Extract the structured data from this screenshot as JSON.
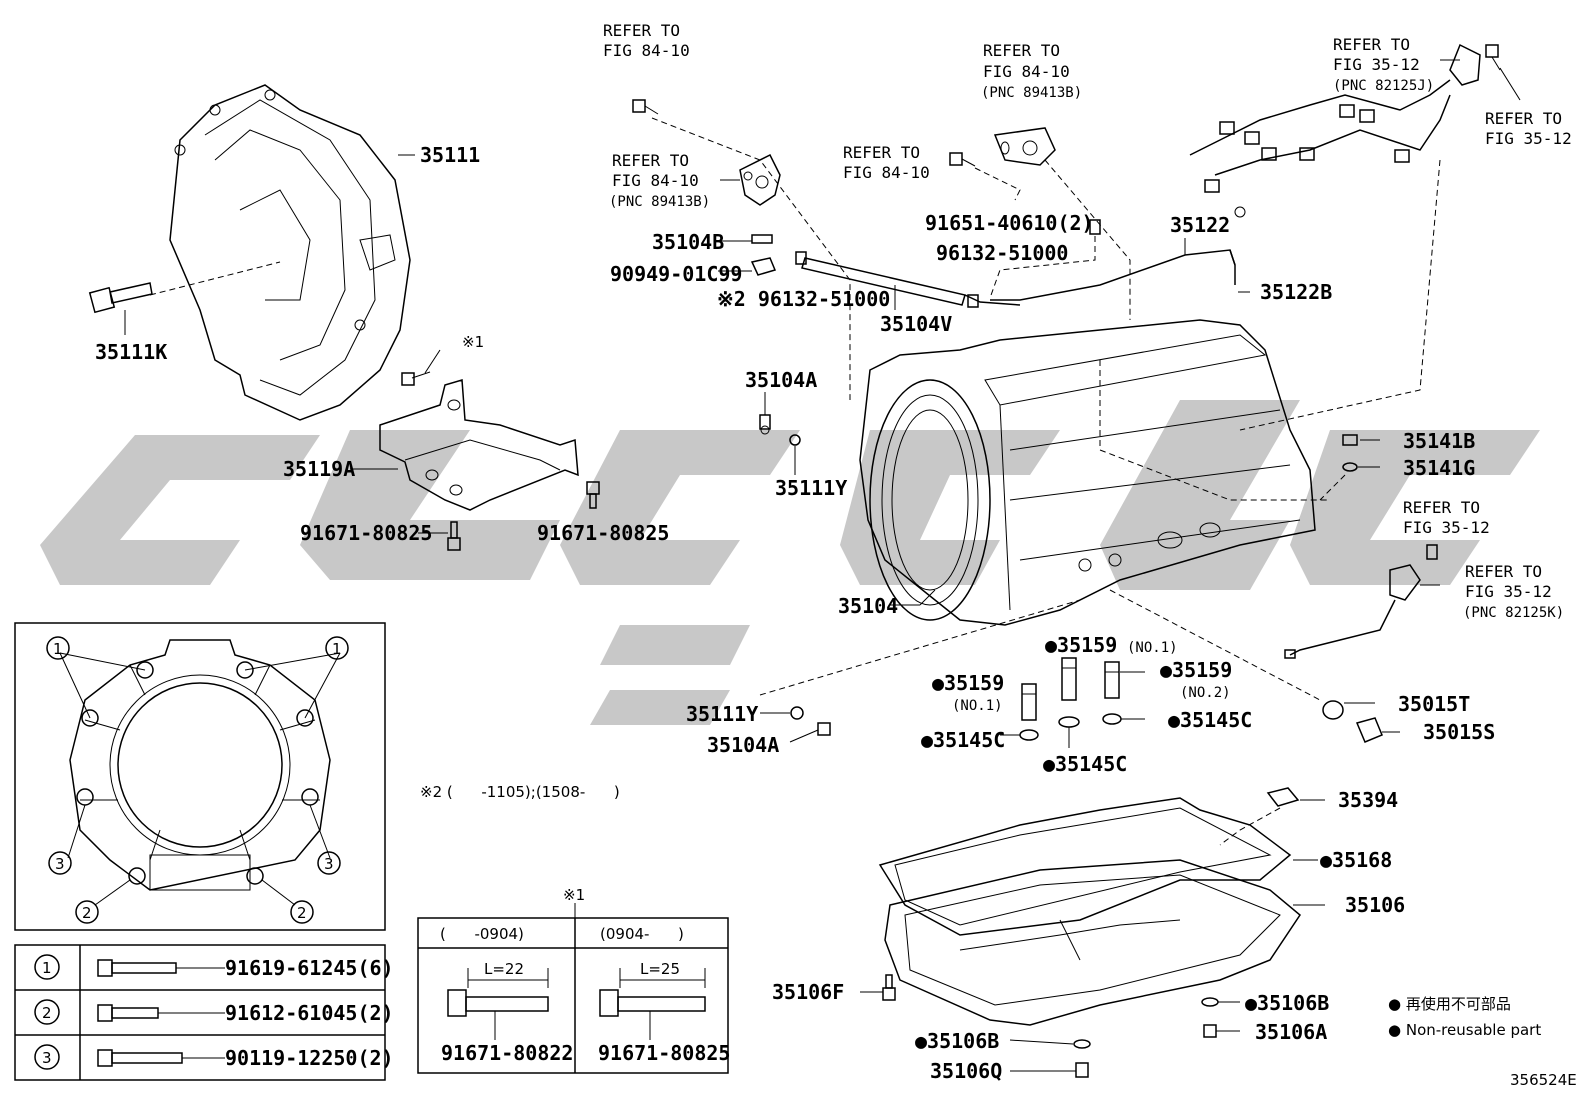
{
  "figure_code": "356524E",
  "parts": {
    "p35111": "35111",
    "p35111K": "35111K",
    "p35119A": "35119A",
    "p91671_80825_a": "91671-80825",
    "p91671_80825_b": "91671-80825",
    "note1_mark": "※1",
    "p35104B": "35104B",
    "p90949": "90949-01C99",
    "p96132_a": "※2 96132-51000",
    "p35104V": "35104V",
    "p35104A_top": "35104A",
    "p35111Y_top": "35111Y",
    "p91651": "91651-40610(2)",
    "p96132_b": "96132-51000",
    "p35122": "35122",
    "p35122B": "35122B",
    "p35104": "35104",
    "p35141B": "35141B",
    "p35141G": "35141G",
    "p35159_a": "35159",
    "p35159_a_sub": "(NO.1)",
    "p35159_b": "35159",
    "p35159_b_sub": "(NO.1)",
    "p35159_c": "35159",
    "p35159_c_sub": "(NO.2)",
    "p35145C_a": "35145C",
    "p35145C_b": "35145C",
    "p35145C_c": "35145C",
    "p35111Y_bot": "35111Y",
    "p35104A_bot": "35104A",
    "p35015T": "35015T",
    "p35015S": "35015S",
    "p35394": "35394",
    "p35168": "35168",
    "p35106": "35106",
    "p35106F": "35106F",
    "p35106B_a": "35106B",
    "p35106A": "35106A",
    "p35106B_b": "35106B",
    "p35106Q": "35106Q"
  },
  "refers": {
    "r1_l1": "REFER TO",
    "r1_l2": "FIG 84-10",
    "r2_l1": "REFER TO",
    "r2_l2": "FIG 84-10",
    "r2_l3": "(PNC 89413B)",
    "r3_l1": "REFER TO",
    "r3_l2": "FIG 84-10",
    "r4_l1": "REFER TO",
    "r4_l2": "FIG 84-10",
    "r4_l3": "(PNC 89413B)",
    "r5_l1": "REFER TO",
    "r5_l2": "FIG 35-12",
    "r5_l3": "(PNC 82125J)",
    "r6_l1": "REFER TO",
    "r6_l2": "FIG 35-12",
    "r7_l1": "REFER TO",
    "r7_l2": "FIG 35-12",
    "r8_l1": "REFER TO",
    "r8_l2": "FIG 35-12",
    "r8_l3": "(PNC 82125K)"
  },
  "note2": "※2 (      -1105);(1508-      )",
  "inset_housing": {
    "callouts": [
      "1",
      "1",
      "3",
      "3",
      "2",
      "2"
    ]
  },
  "bolt_table": {
    "rows": [
      {
        "num": "1",
        "part": "91619-61245(6)"
      },
      {
        "num": "2",
        "part": "91612-61045(2)"
      },
      {
        "num": "3",
        "part": "90119-12250(2)"
      }
    ]
  },
  "note1_table": {
    "mark": "※1",
    "cols": [
      {
        "range": "(      -0904)",
        "length": "L=22",
        "part": "91671-80822"
      },
      {
        "range": "(0904-      )",
        "length": "L=25",
        "part": "91671-80825"
      }
    ]
  },
  "legend": {
    "ja": "再使用不可部品",
    "en": "Non-reusable part"
  },
  "colors": {
    "line": "#000000",
    "watermark": "#c8c8c8",
    "background": "#ffffff"
  }
}
